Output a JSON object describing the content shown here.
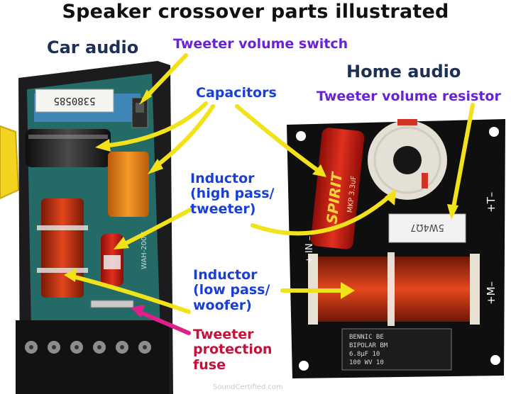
{
  "title": "Speaker crossover parts illustrated",
  "car_audio": {
    "heading": "Car audio",
    "board_code": "5380585",
    "side_text": "WAH-200Z"
  },
  "home_audio": {
    "heading": "Home audio",
    "cap_brand": "SPIRIT",
    "cap_spec": "MKP 3.3uF",
    "resistor_code": "5W4Ω7",
    "terminal_in": "+ IN –",
    "terminal_t": "+T–",
    "terminal_m": "+M–",
    "cap2_line1": "BENNIC BE",
    "cap2_line2": "BIPOLAR BM",
    "cap2_line3": "6.8μF 10",
    "cap2_line4": "100 WV 10"
  },
  "labels": {
    "tweeter_switch": "Tweeter volume switch",
    "capacitors": "Capacitors",
    "tweeter_resistor": "Tweeter volume resistor",
    "inductor_high": "Inductor\n(high pass/\ntweeter)",
    "inductor_low": "Inductor\n(low pass/\nwoofer)",
    "fuse": "Tweeter\nprotection\nfuse"
  },
  "watermark": "SoundCertified.com",
  "colors": {
    "arrow": "#f2e21a",
    "fuse_arrow": "#e0208a",
    "label_blue": "#1a3fd6",
    "label_purple": "#6a22d6",
    "label_red": "#c4123a"
  }
}
